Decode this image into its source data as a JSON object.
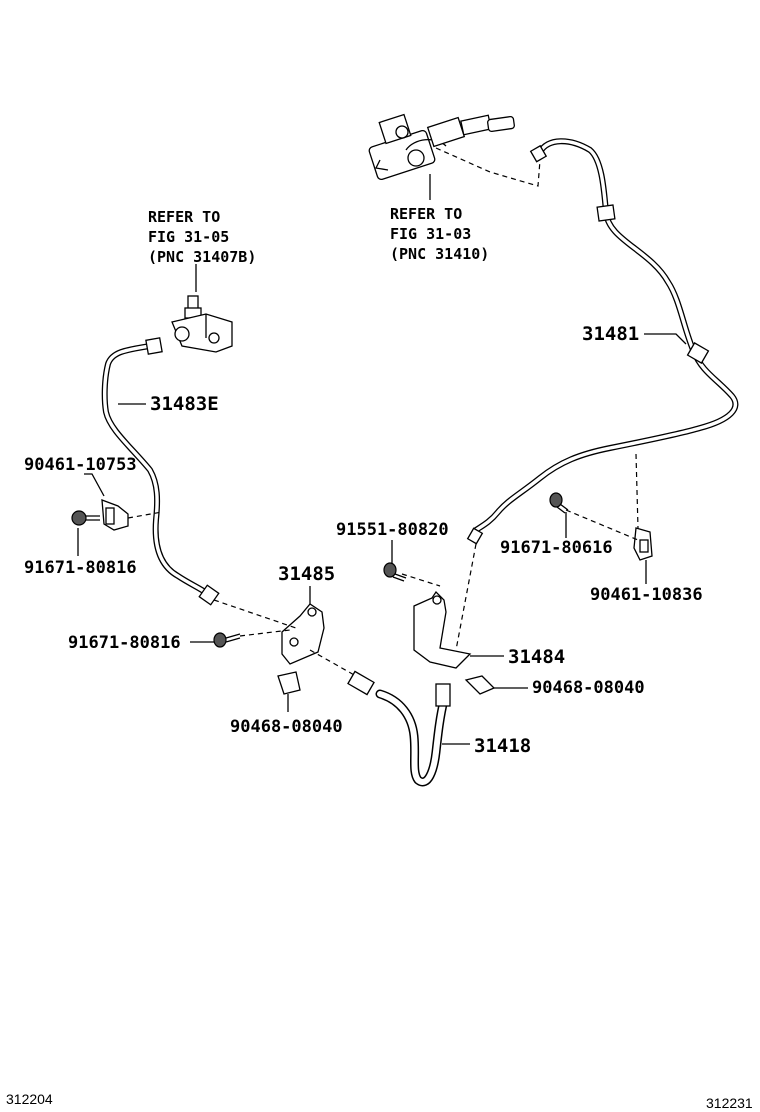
{
  "references": [
    {
      "line1": "REFER TO",
      "line2": "FIG 31-05",
      "line3": "(PNC 31407B)"
    },
    {
      "line1": "REFER TO",
      "line2": "FIG 31-03",
      "line3": "(PNC 31410)"
    }
  ],
  "parts": {
    "p31481": "31481",
    "p31483E": "31483E",
    "p90461_10753": "90461-10753",
    "p91671_80816_a": "91671-80816",
    "p91551_80820": "91551-80820",
    "p91671_80616": "91671-80616",
    "p90461_10836": "90461-10836",
    "p31485": "31485",
    "p91671_80816_b": "91671-80816",
    "p31484": "31484",
    "p90468_08040_a": "90468-08040",
    "p90468_08040_b": "90468-08040",
    "p31418": "31418"
  },
  "footer": {
    "left_code": "312204",
    "right_code": "312231"
  }
}
